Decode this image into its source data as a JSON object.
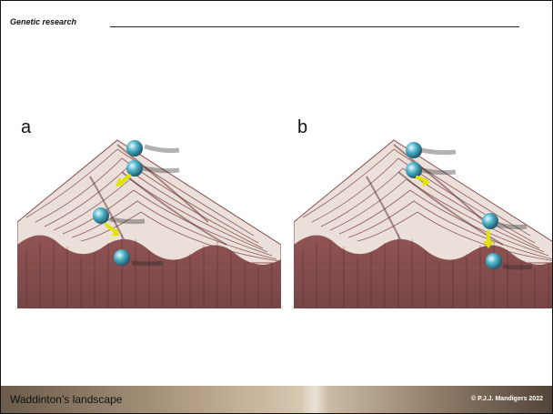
{
  "header": {
    "title": "Genetic research"
  },
  "panels": [
    {
      "label": "a"
    },
    {
      "label": "b"
    }
  ],
  "footer": {
    "title": "Waddinton’s landscape",
    "copyright": "© P.J.J. Mandigers 2022"
  },
  "colors": {
    "ridge": "#7a3b3b",
    "ridge_light": "#c9a7a1",
    "ball": "#4bb0c6",
    "arrow": "#e0e400"
  }
}
